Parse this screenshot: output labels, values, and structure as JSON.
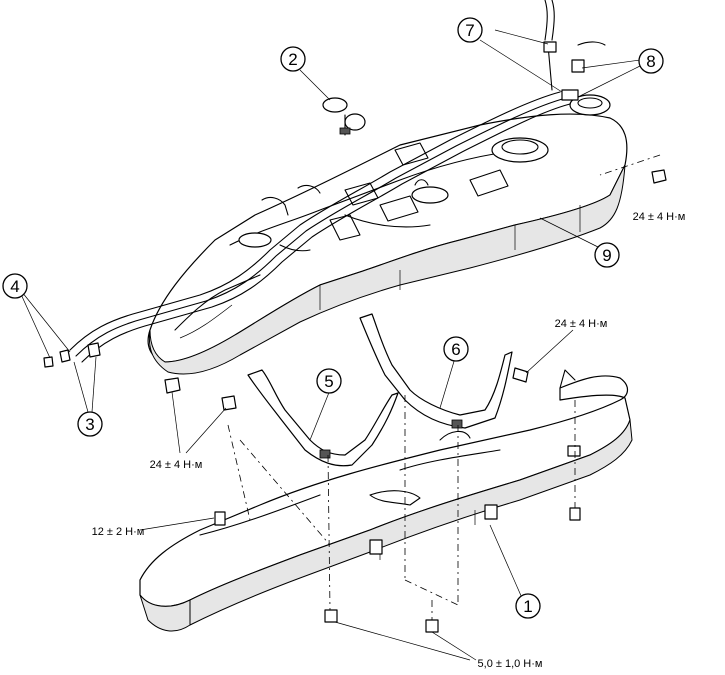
{
  "diagram": {
    "callouts": [
      {
        "id": "1",
        "label": "1"
      },
      {
        "id": "2",
        "label": "2"
      },
      {
        "id": "3",
        "label": "3"
      },
      {
        "id": "4",
        "label": "4"
      },
      {
        "id": "5",
        "label": "5"
      },
      {
        "id": "6",
        "label": "6"
      },
      {
        "id": "7",
        "label": "7"
      },
      {
        "id": "8",
        "label": "8"
      },
      {
        "id": "9",
        "label": "9"
      }
    ],
    "torques": {
      "tank_rear_nut": "24 ± 4 Н·м",
      "strap_bolt": "24 ± 4 Н·м",
      "strap_front_nut": "24 ± 4 Н·м",
      "guard_bolt": "12 ± 2 Н·м",
      "guard_nuts": "5,0 ± 1,0 Н·м"
    }
  }
}
